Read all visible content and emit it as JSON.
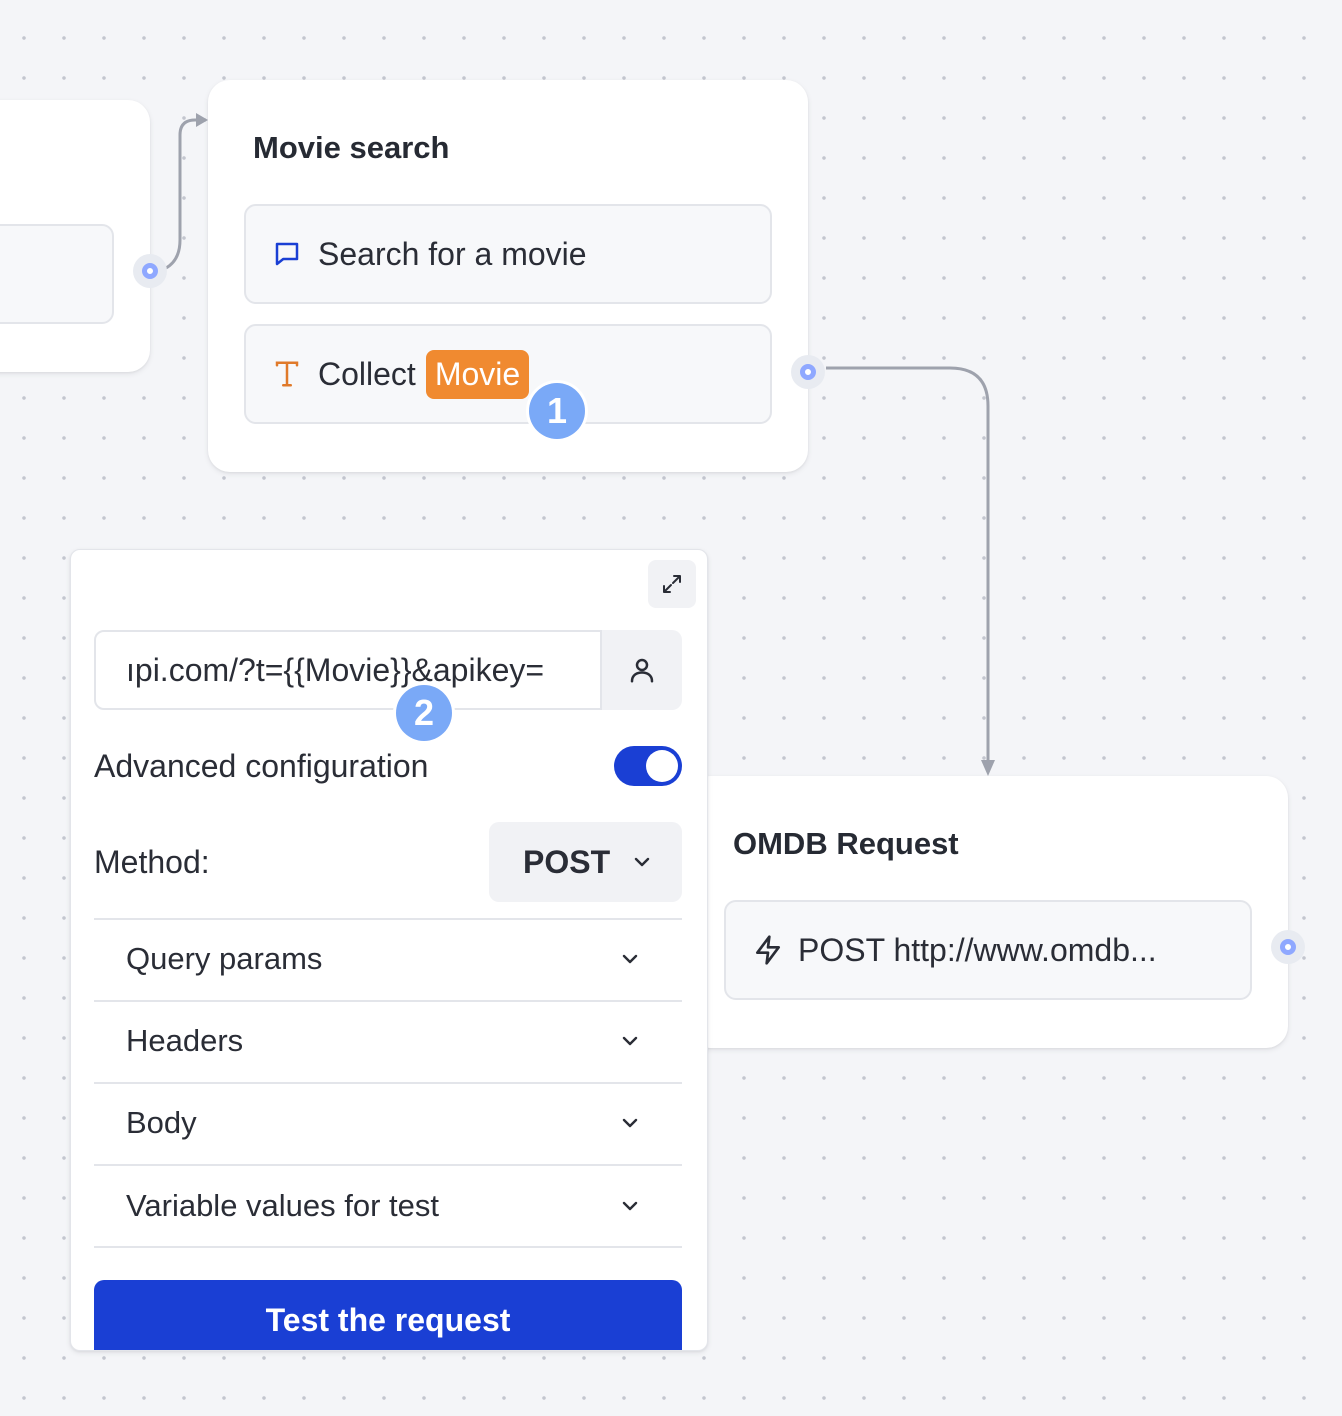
{
  "prev_node": {},
  "movie_node": {
    "title": "Movie search",
    "blocks": [
      {
        "icon": "chat-bubble-icon",
        "text": "Search for a movie"
      },
      {
        "icon": "text-t-icon",
        "text": "Collect",
        "variable": "Movie"
      }
    ]
  },
  "badges": {
    "one": "1",
    "two": "2"
  },
  "omdb_node": {
    "title": "OMDB Request",
    "block": {
      "icon": "lightning-icon",
      "text": "POST http://www.omdb..."
    }
  },
  "panel": {
    "url_value": "ıpi.com/?t={{Movie}}&apikey=",
    "advanced_label": "Advanced configuration",
    "advanced_enabled": true,
    "method_label": "Method:",
    "method_value": "POST",
    "sections": [
      "Query params",
      "Headers",
      "Body",
      "Variable values for test"
    ],
    "test_button": "Test the request"
  },
  "colors": {
    "accent": "#1a3fd4",
    "variable_tag": "#f08a30",
    "port": "#8fa8ff",
    "badge": "#7aa9f7",
    "edge": "#9ea2ad"
  }
}
